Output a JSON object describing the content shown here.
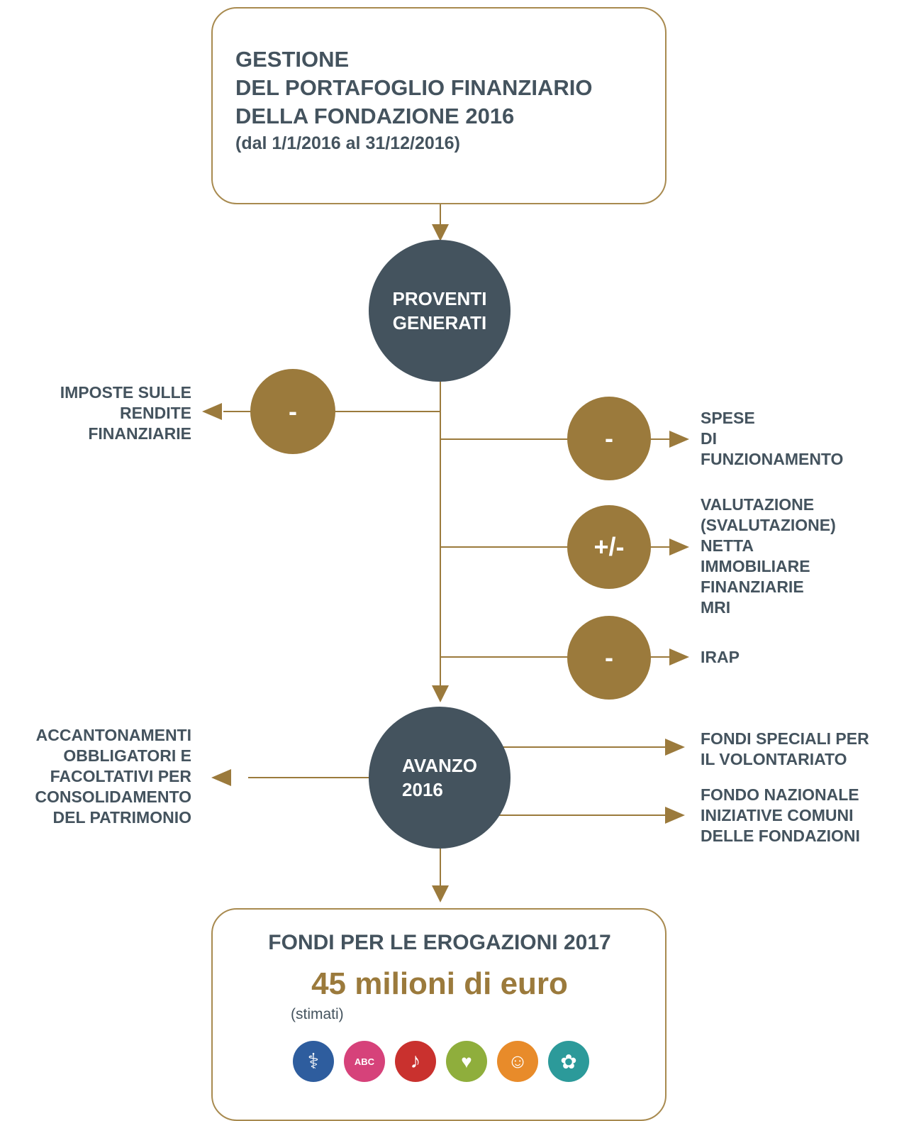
{
  "header": {
    "lines": [
      "GESTIONE",
      "DEL PORTAFOGLIO FINANZIARIO",
      "DELLA FONDAZIONE 2016"
    ],
    "period": "(dal 1/1/2016 al 31/12/2016)"
  },
  "nodes": {
    "proventi": [
      "PROVENTI",
      "GENERATI"
    ],
    "avanzo": [
      "AVANZO",
      "2016"
    ]
  },
  "operators": {
    "imposte": "-",
    "spese": "-",
    "valutazione": "+/-",
    "irap": "-"
  },
  "labels": {
    "imposte": [
      "IMPOSTE SULLE",
      "RENDITE",
      "FINANZIARIE"
    ],
    "spese": [
      "SPESE",
      "DI",
      "FUNZIONAMENTO"
    ],
    "valutazione": [
      "VALUTAZIONE",
      "(SVALUTAZIONE)",
      "NETTA",
      "IMMOBILIARE",
      "FINANZIARIE",
      "MRI"
    ],
    "irap": [
      "IRAP"
    ],
    "accantonamenti": [
      "ACCANTONAMENTI",
      "OBBLIGATORI E",
      "FACOLTATIVI PER",
      "CONSOLIDAMENTO",
      "DEL PATRIMONIO"
    ],
    "fondi_speciali": [
      "FONDI SPECIALI PER",
      "IL VOLONTARIATO"
    ],
    "fondo_nazionale": [
      "FONDO NAZIONALE",
      "INIZIATIVE COMUNI",
      "DELLE FONDAZIONI"
    ]
  },
  "footer": {
    "title": "FONDI PER LE EROGAZIONI 2017",
    "amount": "45 milioni di euro",
    "note": "(stimati)",
    "sector_icons": [
      {
        "name": "microscope-icon",
        "color": "#2e5d9e",
        "glyph": "⚕"
      },
      {
        "name": "blackboard-icon",
        "color": "#d6427a",
        "glyph": "ABC"
      },
      {
        "name": "music-column-icon",
        "color": "#c9312e",
        "glyph": "♪"
      },
      {
        "name": "heart-leaf-icon",
        "color": "#8fae3c",
        "glyph": "♥"
      },
      {
        "name": "people-icon",
        "color": "#e88b2a",
        "glyph": "☺"
      },
      {
        "name": "hand-rings-icon",
        "color": "#2c9a9a",
        "glyph": "✿"
      }
    ]
  },
  "colors": {
    "gold": "#9b7a3c",
    "dark": "#44535e",
    "border": "#a88a4f"
  }
}
